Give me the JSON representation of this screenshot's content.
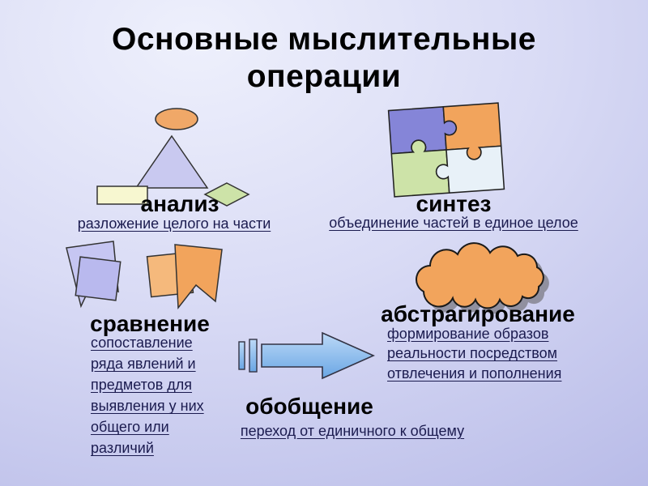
{
  "slide": {
    "title_line1": "Основные мыслительные",
    "title_line2": "операции",
    "operations": [
      {
        "id": "analysis",
        "label": "анализ",
        "description": "разложение целого на части"
      },
      {
        "id": "synthesis",
        "label": "синтез",
        "description": "объединение частей в единое целое"
      },
      {
        "id": "comparison",
        "label": "сравнение",
        "description": "сопоставление\nряда явлений и\nпредметов для\nвыявления у них\nобщего  или\nразличий"
      },
      {
        "id": "abstraction",
        "label": "абстрагирование",
        "description": "формирование образов\nреальности посредством\nотвлечения и пополнения"
      },
      {
        "id": "generalization",
        "label": "обобщение",
        "description": "переход от единичного к общему"
      }
    ],
    "icons": {
      "analysis": "geometric-shapes-icon",
      "synthesis": "puzzle-pieces-icon",
      "comparison": "overlapping-banners-icon",
      "abstraction": "cloud-icon",
      "generalization": "right-arrow-icon"
    },
    "colors": {
      "background_light": "#eef0fc",
      "background_dark": "#b6b9e7",
      "title_text": "#000000",
      "label_text": "#000000",
      "description_text": "#1b1b4f",
      "orange": "#f2a45c",
      "lavender": "#c9c9f0",
      "pale_yellow": "#f7f7d0",
      "pale_green": "#cde3a8",
      "puzzle_blue": "#8585d8",
      "puzzle_white": "#e8f1f8",
      "arrow_blue": "#8cbcec",
      "shadow_gray": "#90909f"
    }
  }
}
